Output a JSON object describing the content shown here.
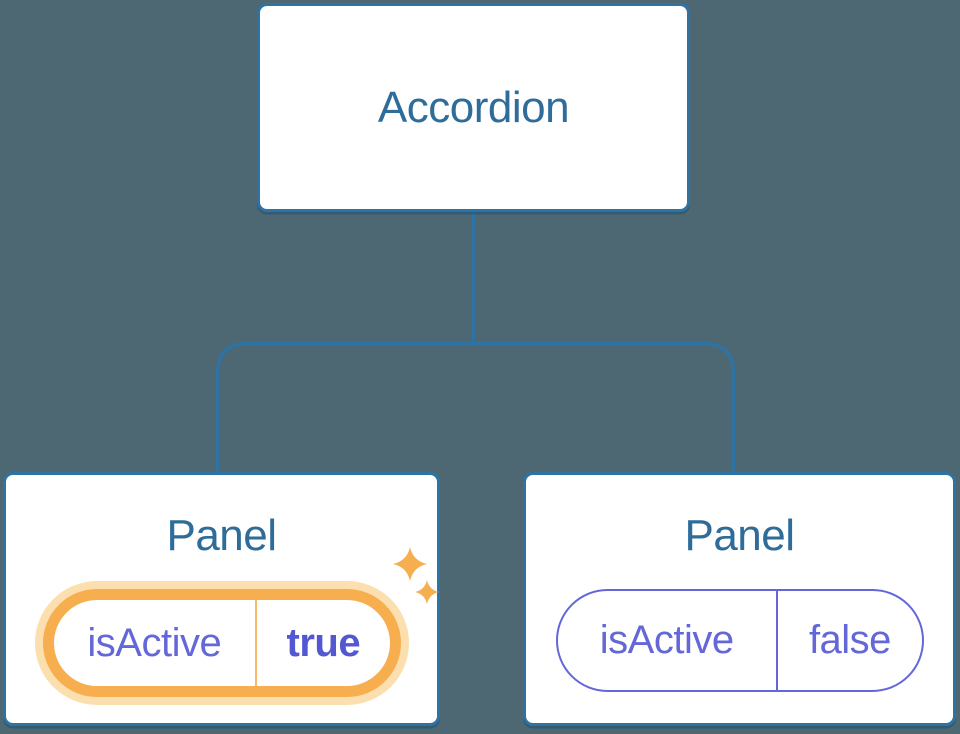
{
  "colors": {
    "background": "#4d6873",
    "line_blue": "#2e73a3",
    "node_text_blue": "#2e6c99",
    "state_purple": "#6467d8",
    "state_value_purple": "#5457d2",
    "highlight_orange": "#f6ae4f",
    "highlight_glow": "#fcdfae",
    "node_background": "#ffffff"
  },
  "tree": {
    "root": {
      "label": "Accordion"
    },
    "children": [
      {
        "title": "Panel",
        "state": {
          "name": "isActive",
          "value": "true"
        },
        "highlighted": true
      },
      {
        "title": "Panel",
        "state": {
          "name": "isActive",
          "value": "false"
        },
        "highlighted": false
      }
    ]
  }
}
